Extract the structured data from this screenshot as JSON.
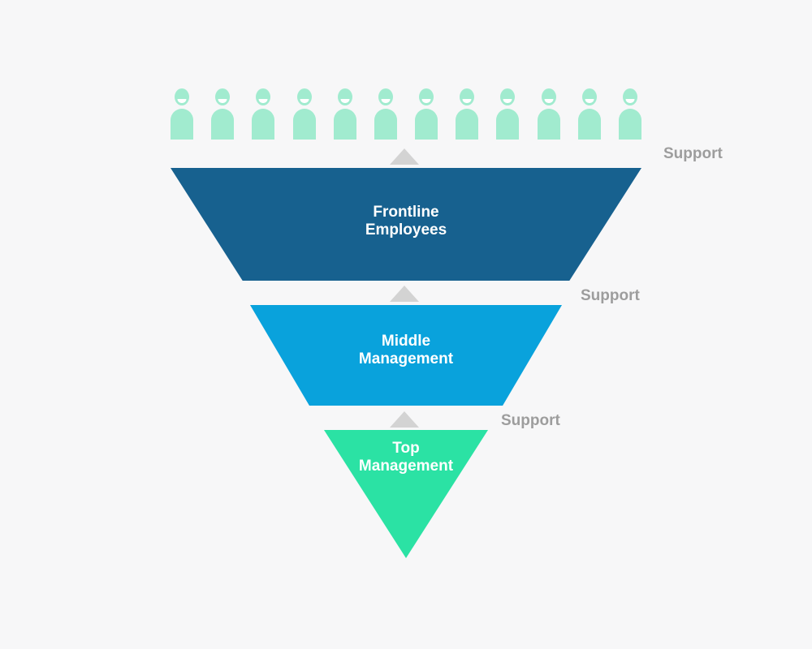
{
  "diagram": {
    "type": "inverted-pyramid-org-chart",
    "levels": [
      {
        "label": "Frontline\nEmployees",
        "support": "Support"
      },
      {
        "label": "Middle\nManagement",
        "support": "Support"
      },
      {
        "label": "Top\nManagement",
        "support": "Support"
      }
    ],
    "people": {
      "count": 12,
      "icon": "person-icon"
    },
    "arrows": {
      "count": 3,
      "icon": "up-arrow-icon",
      "direction": "up"
    }
  },
  "colors": {
    "background": "#F7F7F8",
    "people": "#A1EBCF",
    "smile": "#FFFFFF",
    "level1": "#17618F",
    "level2": "#09A2DC",
    "level3": "#2BE2A4",
    "arrow": "#D3D3D3",
    "support_text": "#9D9D9D",
    "level_text": "#FFFFFF"
  }
}
